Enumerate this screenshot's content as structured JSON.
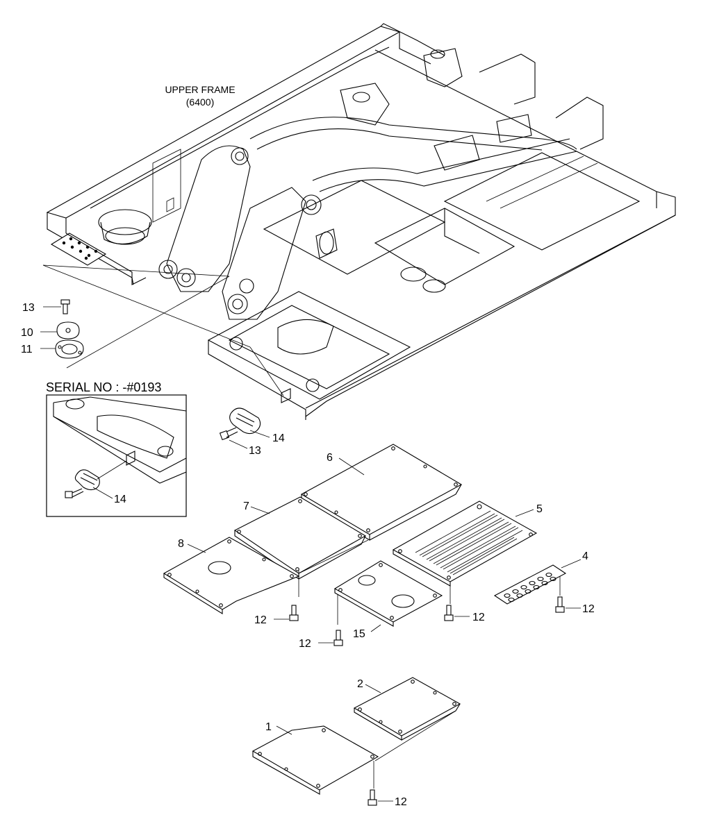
{
  "diagram": {
    "frame_label": {
      "line1": "UPPER FRAME",
      "line2": "(6400)"
    },
    "inset_title": "SERIAL NO : -#0193",
    "callouts": {
      "c13a": "13",
      "c10": "10",
      "c11": "11",
      "c14a": "14",
      "c13b": "13",
      "c14b": "14",
      "c6": "6",
      "c7": "7",
      "c8": "8",
      "c5": "5",
      "c4": "4",
      "c12a": "12",
      "c12b": "12",
      "c12c": "12",
      "c12d": "12",
      "c15": "15",
      "c2": "2",
      "c1": "1",
      "c12e": "12"
    }
  }
}
